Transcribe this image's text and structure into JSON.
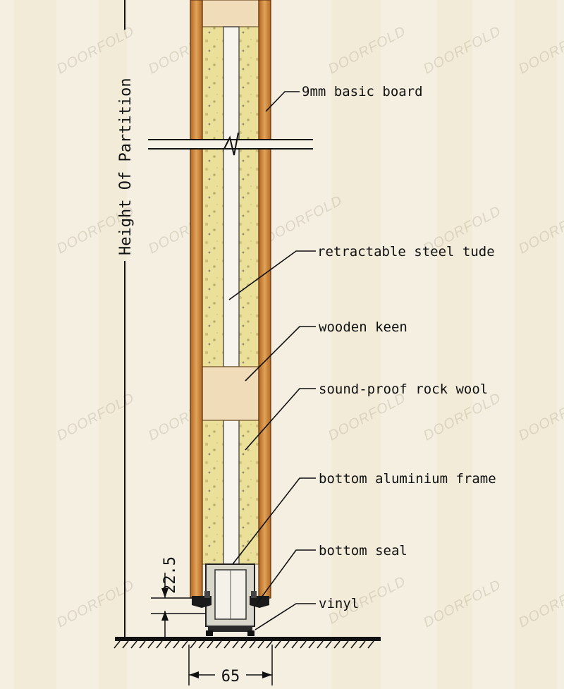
{
  "diagram": {
    "watermark": "DOORFOLD",
    "height_label": "Height Of Partition",
    "labels": {
      "board": "9mm basic board",
      "steel": "retractable steel tude",
      "keen": "wooden keen",
      "wool": "sound-proof rock wool",
      "frame": "bottom aluminium frame",
      "seal": "bottom seal",
      "vinyl": "vinyl"
    },
    "dimensions": {
      "gap": "22.5",
      "width": "65"
    }
  }
}
